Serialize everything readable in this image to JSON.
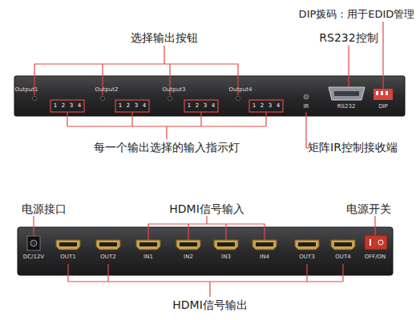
{
  "diagram": {
    "labels": [
      "选择输出按钮",
      "DIP拨码：用于EDID管理",
      "RS232控制",
      "Output1",
      "Output2",
      "Output3",
      "Output4",
      "1",
      "2",
      "3",
      "4",
      "1",
      "2",
      "3",
      "4",
      "1",
      "2",
      "3",
      "4",
      "1",
      "2",
      "3",
      "4",
      "IR",
      "RS232",
      "DIP",
      "每一个输出选择的输入指示灯",
      "矩阵IR控制接收端",
      "电源接口",
      "HDMI信号输入",
      "电源开关",
      "DC/12V",
      "OUT1",
      "OUT2",
      "IN1",
      "IN2",
      "IN3",
      "IN4",
      "OUT3",
      "OUT4",
      "OFF/ON",
      "HDMI信号输出"
    ]
  }
}
